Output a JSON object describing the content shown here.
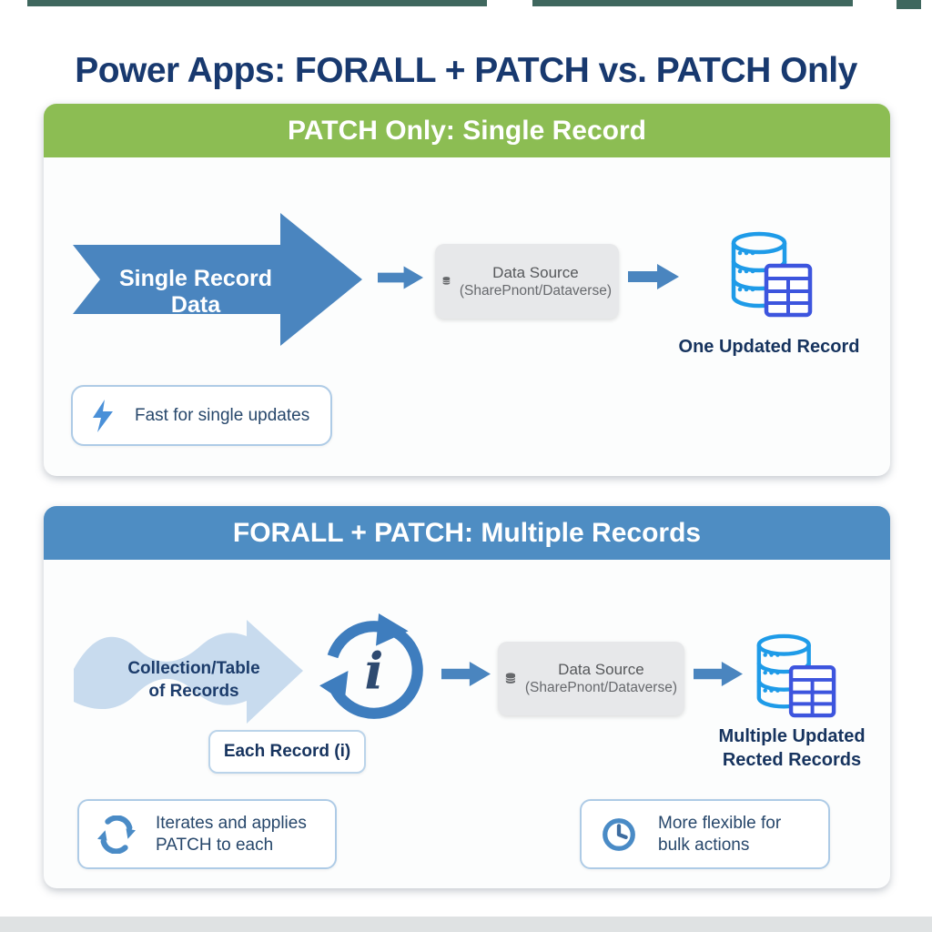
{
  "title": "Power Apps: FORALL + PATCH vs. PATCH Only",
  "colors": {
    "title_text": "#18396f",
    "green_header": "#8cbd53",
    "blue_header": "#4e8dc3",
    "arrow_blue": "#4a85bf",
    "wave_light_blue": "#c8dbee",
    "navy_text": "#16335e",
    "gray_box": "#e7e8ea",
    "db_cylinder_blue": "#1e9be8",
    "db_table_indigo": "#3d55de",
    "note_border": "#aecbe6",
    "icon_blue": "#4a8bc6"
  },
  "icons": {
    "panel_single": [
      "database-icon",
      "db-table-icon",
      "lightning-icon",
      "right-arrow-icon"
    ],
    "panel_multiple": [
      "wave-arrow-icon",
      "loop-circle-icon",
      "database-icon",
      "db-table-icon",
      "iterate-icon",
      "clock-icon",
      "right-arrow-icon"
    ]
  },
  "panel_single": {
    "header": "PATCH Only: Single Record",
    "arrow_label": "Single Record Data",
    "data_source": {
      "title": "Data Source",
      "subtitle": "(SharePnont/Dataverse)"
    },
    "result": "One Updated Record",
    "note": "Fast for single updates"
  },
  "panel_multiple": {
    "header": "FORALL + PATCH: Multiple Records",
    "input_line1": "Collection/Table",
    "input_line2": "of Records",
    "loop_symbol": "i",
    "each_record": "Each Record (i)",
    "data_source": {
      "title": "Data Source",
      "subtitle": "(SharePnont/Dataverse)"
    },
    "result_line1": "Multiple Updated",
    "result_line2": "Rected Records",
    "note_iterate_line1": "Iterates and applies",
    "note_iterate_line2": "PATCH to each",
    "note_flexible_line1": "More flexible for",
    "note_flexible_line2": "bulk actions"
  }
}
